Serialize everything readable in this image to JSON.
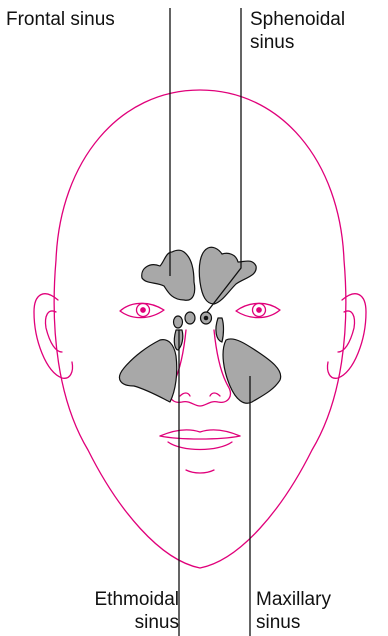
{
  "labels": {
    "frontal": "Frontal sinus",
    "sphenoidal": "Sphenoidal\nsinus",
    "ethmoidal": "Ethmoidal\nsinus",
    "maxillary": "Maxillary\nsinus"
  },
  "colors": {
    "outline": "#e0007a",
    "sinus_fill": "#a8a8a8",
    "sinus_stroke": "#111111",
    "leader": "#111111"
  }
}
